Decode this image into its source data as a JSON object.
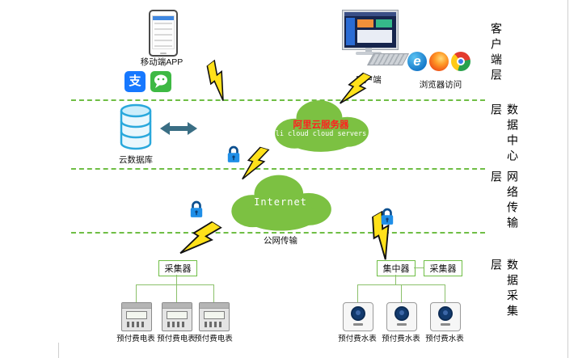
{
  "layers": [
    "客户端层",
    "数据中心层",
    "网络传输层",
    "数据采集层"
  ],
  "client": {
    "mobile_app": "移动端APP",
    "alipay_char": "支",
    "client_label": "客户端",
    "browser_access": "浏览器访问",
    "ie_char": "e"
  },
  "datacenter": {
    "cloud_db": "云数据库",
    "ali_title": "阿里云服务器",
    "ali_subtitle": "li cloud  cloud servers"
  },
  "network": {
    "internet": "Internet",
    "public_transmission": "公网传输"
  },
  "acquisition": {
    "collector_left": "采集器",
    "concentrator": "集中器",
    "collector_right": "采集器",
    "electric_meters": [
      "预付费电表",
      "预付费电表",
      "预付费电表"
    ],
    "water_meters": [
      "预付费水表",
      "预付费水表",
      "预付费水表"
    ]
  },
  "colors": {
    "cloud_green": "#7cc142",
    "separator_green": "#6fbe45",
    "bolt_yellow": "#ffe11a",
    "lock_blue": "#1f8fe8",
    "ali_title_red": "#ff1f1f"
  }
}
